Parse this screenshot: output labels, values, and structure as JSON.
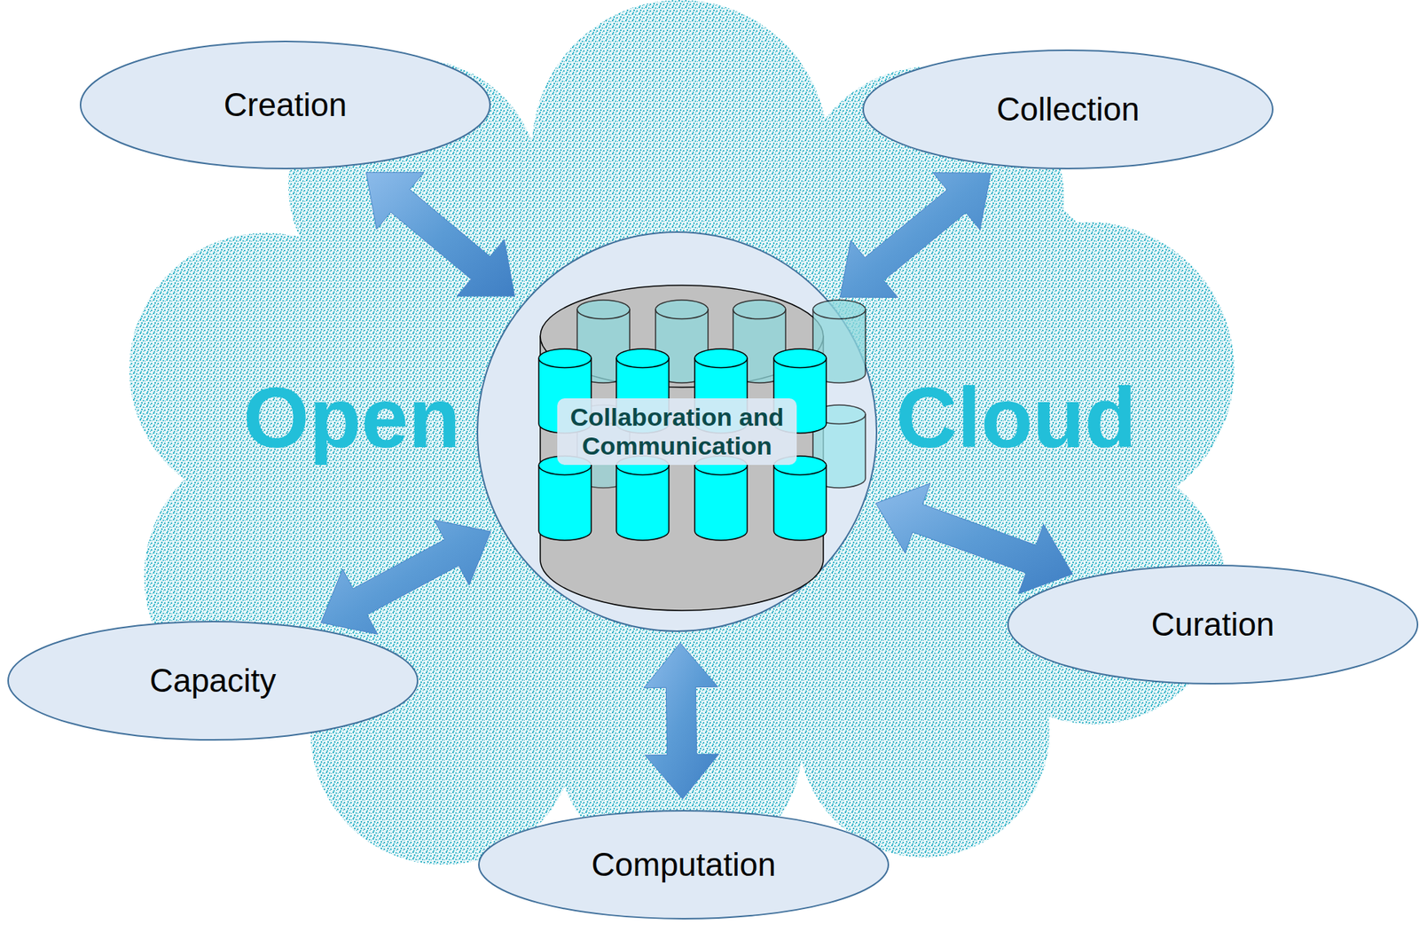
{
  "diagram": {
    "nodes": [
      {
        "text": [
          "Creation"
        ]
      },
      {
        "text": [
          "Collection"
        ]
      },
      {
        "text": [
          "Collaboration and Communication"
        ]
      },
      {
        "text": [
          "Capacity"
        ]
      },
      {
        "text": [
          "Curation"
        ]
      },
      {
        "text": [
          "Computation"
        ]
      }
    ],
    "edges": [
      {
        "from": 0,
        "to": 2,
        "arrow": "both"
      },
      {
        "from": 1,
        "to": 2,
        "arrow": "both"
      },
      {
        "from": 3,
        "to": 2,
        "arrow": "both"
      },
      {
        "from": 4,
        "to": 2,
        "arrow": "both"
      },
      {
        "from": 5,
        "to": 2,
        "arrow": "both"
      }
    ],
    "labels": [
      "Open",
      "Cloud"
    ]
  }
}
